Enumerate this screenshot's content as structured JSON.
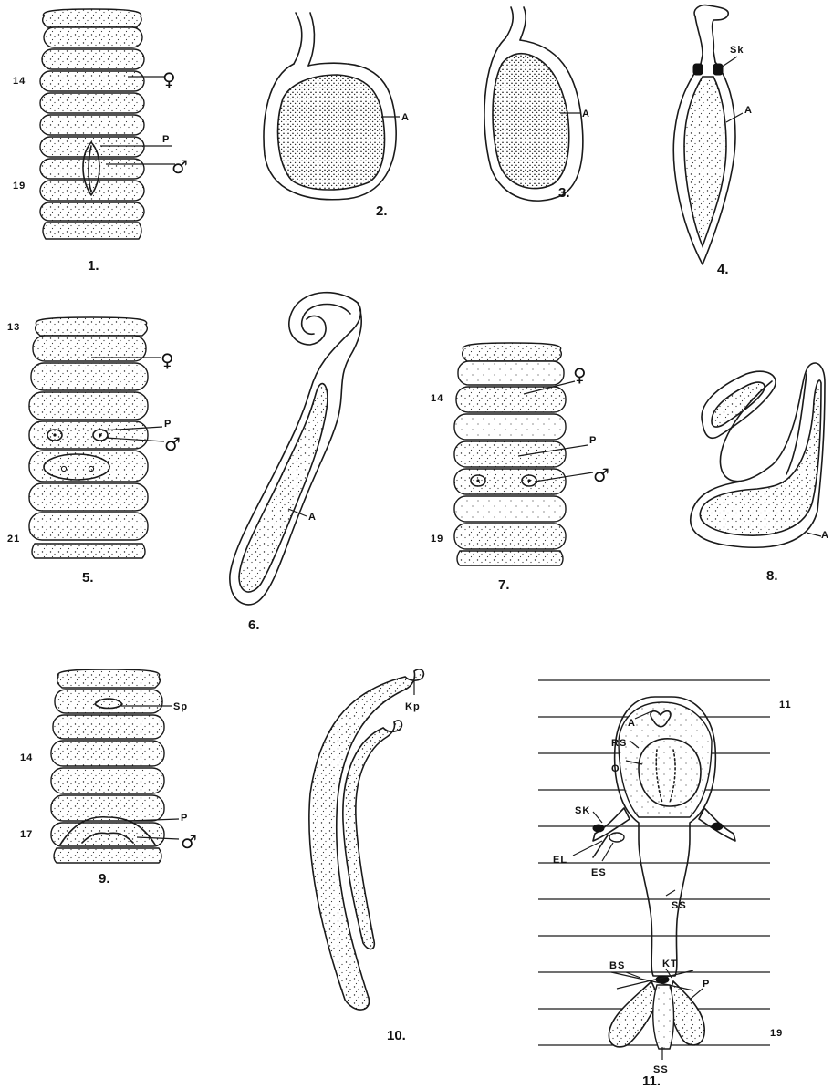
{
  "figures": [
    {
      "number": "1.",
      "labels": {
        "segment_a": "14",
        "segment_b": "19",
        "porus": "P",
        "female": "♀",
        "male": "♂"
      }
    },
    {
      "number": "2.",
      "labels": {
        "ampulla": "A"
      }
    },
    {
      "number": "3.",
      "labels": {
        "ampulla": "A"
      }
    },
    {
      "number": "4.",
      "labels": {
        "ampulla": "A",
        "gland": "Sk"
      }
    },
    {
      "number": "5.",
      "labels": {
        "segment_a": "13",
        "segment_b": "21",
        "porus": "P",
        "female": "♀",
        "male": "♂"
      }
    },
    {
      "number": "6.",
      "labels": {
        "ampulla": "A"
      }
    },
    {
      "number": "7.",
      "labels": {
        "segment_a": "14",
        "segment_b": "19",
        "porus": "P",
        "female": "♀",
        "male": "♂"
      }
    },
    {
      "number": "8.",
      "labels": {
        "ampulla": "A"
      }
    },
    {
      "number": "9.",
      "labels": {
        "segment_a": "14",
        "segment_b": "17",
        "spermatheca_pore": "Sp",
        "porus": "P",
        "male": "♂"
      }
    },
    {
      "number": "10.",
      "labels": {
        "tip": "Kp"
      }
    },
    {
      "number": "11.",
      "labels": {
        "segment_top": "11",
        "segment_bottom": "19",
        "A": "A",
        "RS": "RS",
        "O": "O",
        "SK": "SK",
        "EL": "EL",
        "ES": "ES",
        "SS_upper": "SS",
        "KT": "KT",
        "BS": "BS",
        "P": "P",
        "SS_lower": "SS"
      }
    }
  ]
}
